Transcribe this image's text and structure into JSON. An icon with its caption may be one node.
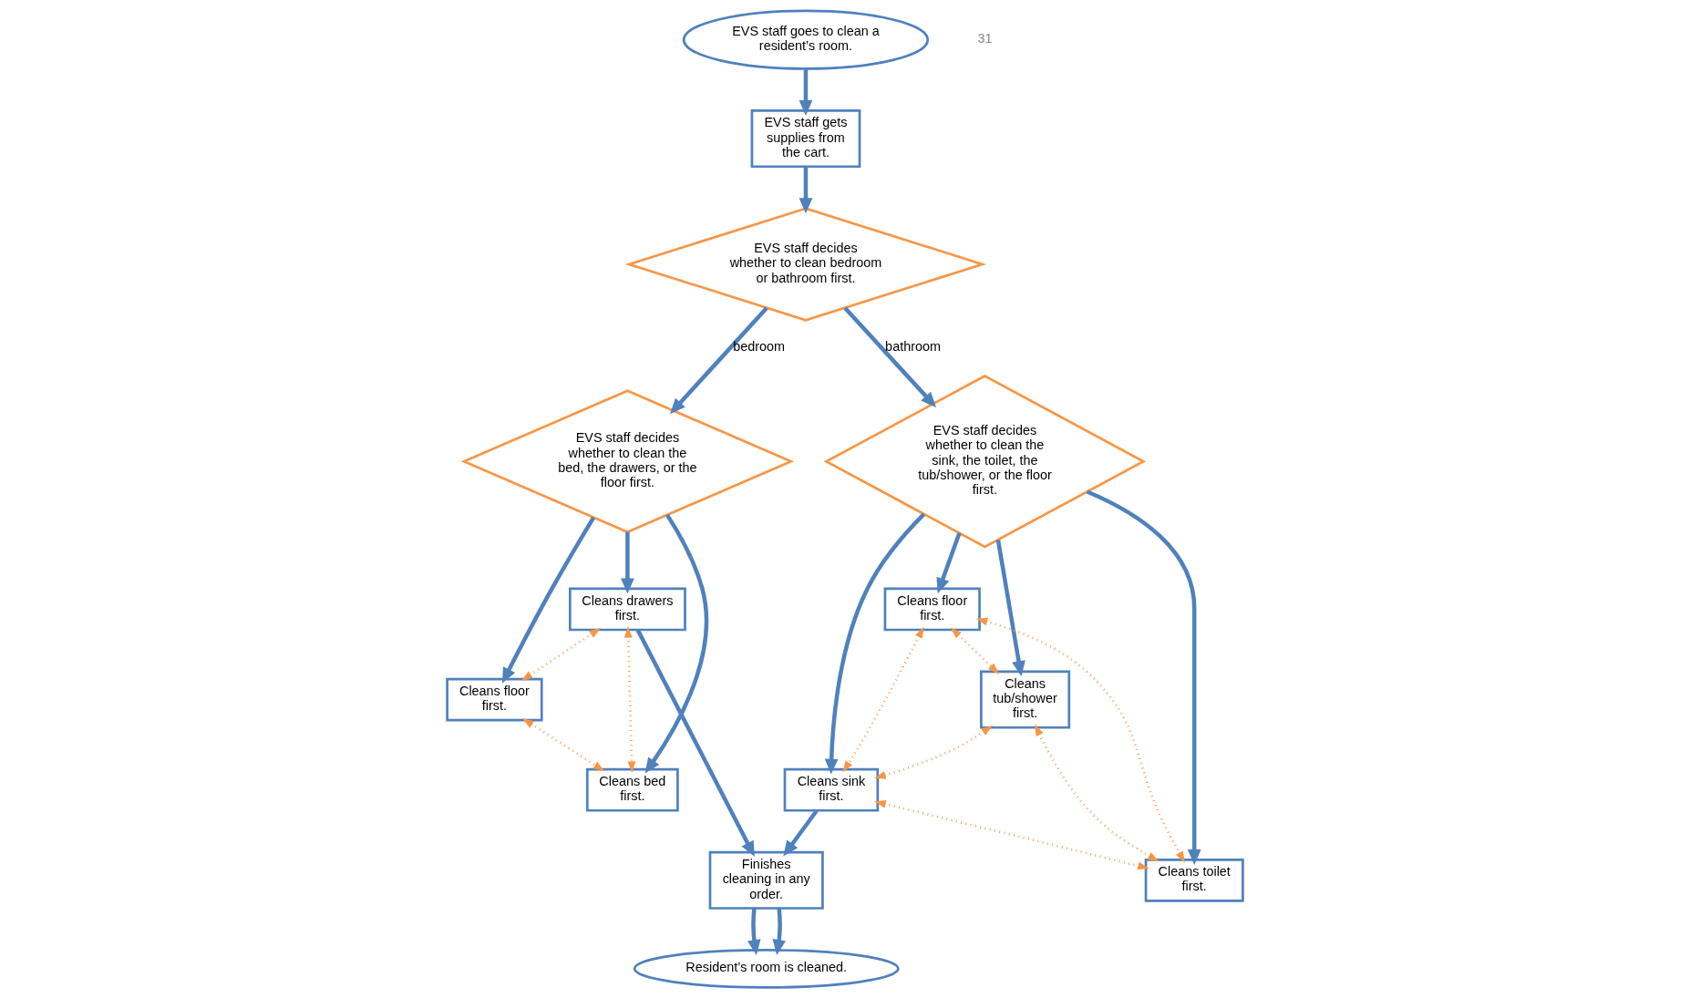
{
  "diagram": {
    "nodes": [
      {
        "text": [
          "EVS staff goes to clean a resident’s room."
        ]
      },
      {
        "text": [
          "EVS staff gets supplies from the cart."
        ]
      },
      {
        "text": [
          "EVS staff decides whether to clean bedroom or bathroom first."
        ]
      },
      {
        "text": [
          "EVS staff decides whether to clean the bed, the drawers, or the floor first."
        ]
      },
      {
        "text": [
          "Cleans drawers first."
        ]
      },
      {
        "text": [
          "Cleans floor first."
        ]
      },
      {
        "text": [
          "Cleans bed first."
        ]
      },
      {
        "text": [
          "EVS staff decides whether to clean the sink, the toilet, the tub/shower, or the floor first."
        ]
      },
      {
        "text": [
          "Cleans sink first."
        ]
      },
      {
        "text": [
          "Cleans toilet first."
        ]
      },
      {
        "text": [
          "Cleans floor first."
        ]
      },
      {
        "text": [
          "Cleans tub/shower first."
        ]
      },
      {
        "text": [
          "Finishes cleaning in any order."
        ]
      },
      {
        "text": [
          "Resident’s room is cleaned."
        ]
      }
    ],
    "edges": [
      {
        "from": 0,
        "to": 1,
        "arrow": "to"
      },
      {
        "from": 1,
        "to": 2,
        "arrow": "to"
      },
      {
        "from": 2,
        "to": 3,
        "arrow": "to",
        "label": "bedroom"
      },
      {
        "from": 2,
        "to": 7,
        "arrow": "to",
        "label": "bathroom"
      },
      {
        "from": 3,
        "to": 4,
        "arrow": "to"
      },
      {
        "from": 3,
        "to": 5,
        "arrow": "to"
      },
      {
        "from": 3,
        "to": 6,
        "arrow": "to"
      },
      {
        "from": 4,
        "to": 5,
        "arrow": "both",
        "style": "dashed",
        "color": "#f79646"
      },
      {
        "from": 4,
        "to": 6,
        "arrow": "both",
        "style": "dashed",
        "color": "#f79646"
      },
      {
        "from": 5,
        "to": 6,
        "arrow": "both",
        "style": "dashed",
        "color": "#f79646"
      },
      {
        "from": 7,
        "to": 8,
        "arrow": "to"
      },
      {
        "from": 7,
        "to": 9,
        "arrow": "to"
      },
      {
        "from": 7,
        "to": 11,
        "arrow": "to"
      },
      {
        "from": 7,
        "to": 10,
        "arrow": "to"
      },
      {
        "from": 8,
        "to": 9,
        "arrow": "both",
        "style": "dashed",
        "color": "#f79646"
      },
      {
        "from": 10,
        "to": 8,
        "arrow": "both",
        "style": "dashed",
        "color": "#f79646"
      },
      {
        "from": 10,
        "to": 9,
        "arrow": "both",
        "style": "dashed",
        "color": "#f79646"
      },
      {
        "from": 11,
        "to": 8,
        "arrow": "both",
        "style": "dashed",
        "color": "#f79646"
      },
      {
        "from": 10,
        "to": 11,
        "arrow": "both",
        "style": "dashed",
        "color": "#f79646"
      },
      {
        "from": 11,
        "to": 9,
        "arrow": "both",
        "style": "dashed",
        "color": "#f79646"
      },
      {
        "from": 4,
        "to": 12,
        "arrow": "to"
      },
      {
        "from": 8,
        "to": 12,
        "arrow": "to"
      },
      {
        "from": 12,
        "to": 13,
        "arrow": "to"
      },
      {
        "from": 12,
        "to": 13,
        "arrow": "to"
      }
    ],
    "labels": [
      "31"
    ]
  }
}
